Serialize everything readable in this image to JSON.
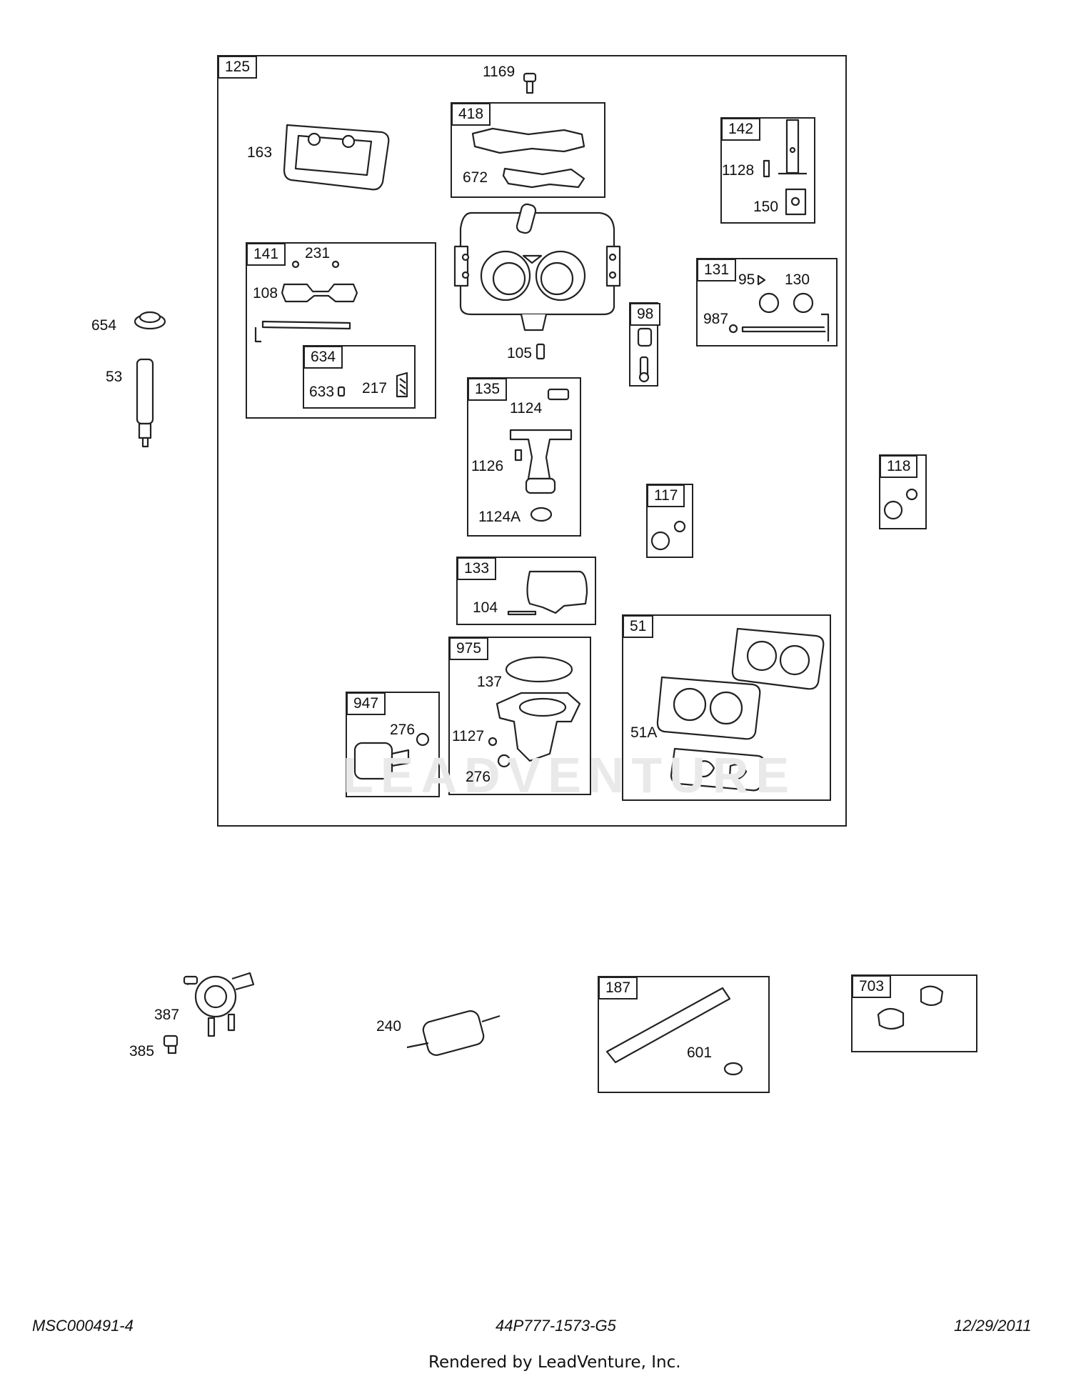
{
  "watermark": "LEADVENTURE",
  "groups": [
    {
      "id": "g125",
      "number": "125"
    },
    {
      "id": "g418",
      "number": "418"
    },
    {
      "id": "g142",
      "number": "142"
    },
    {
      "id": "g141",
      "number": "141"
    },
    {
      "id": "g634",
      "number": "634"
    },
    {
      "id": "g131",
      "number": "131"
    },
    {
      "id": "g98",
      "number": "98"
    },
    {
      "id": "g135",
      "number": "135"
    },
    {
      "id": "g117",
      "number": "117"
    },
    {
      "id": "g118",
      "number": "118"
    },
    {
      "id": "g133",
      "number": "133"
    },
    {
      "id": "g51",
      "number": "51"
    },
    {
      "id": "g975",
      "number": "975"
    },
    {
      "id": "g947",
      "number": "947"
    },
    {
      "id": "g187",
      "number": "187"
    },
    {
      "id": "g703",
      "number": "703"
    }
  ],
  "parts": [
    "1169",
    "163",
    "672",
    "1128",
    "150",
    "231",
    "108",
    "633",
    "217",
    "95",
    "130",
    "987",
    "105",
    "1124",
    "1126",
    "1124A",
    "104",
    "137",
    "1127",
    "276",
    "276",
    "51A",
    "654",
    "53",
    "387",
    "385",
    "240",
    "601"
  ],
  "footer": {
    "left": "MSC000491-4",
    "center": "44P777-1573-G5",
    "right": "12/29/2011",
    "credit": "Rendered by LeadVenture, Inc."
  }
}
